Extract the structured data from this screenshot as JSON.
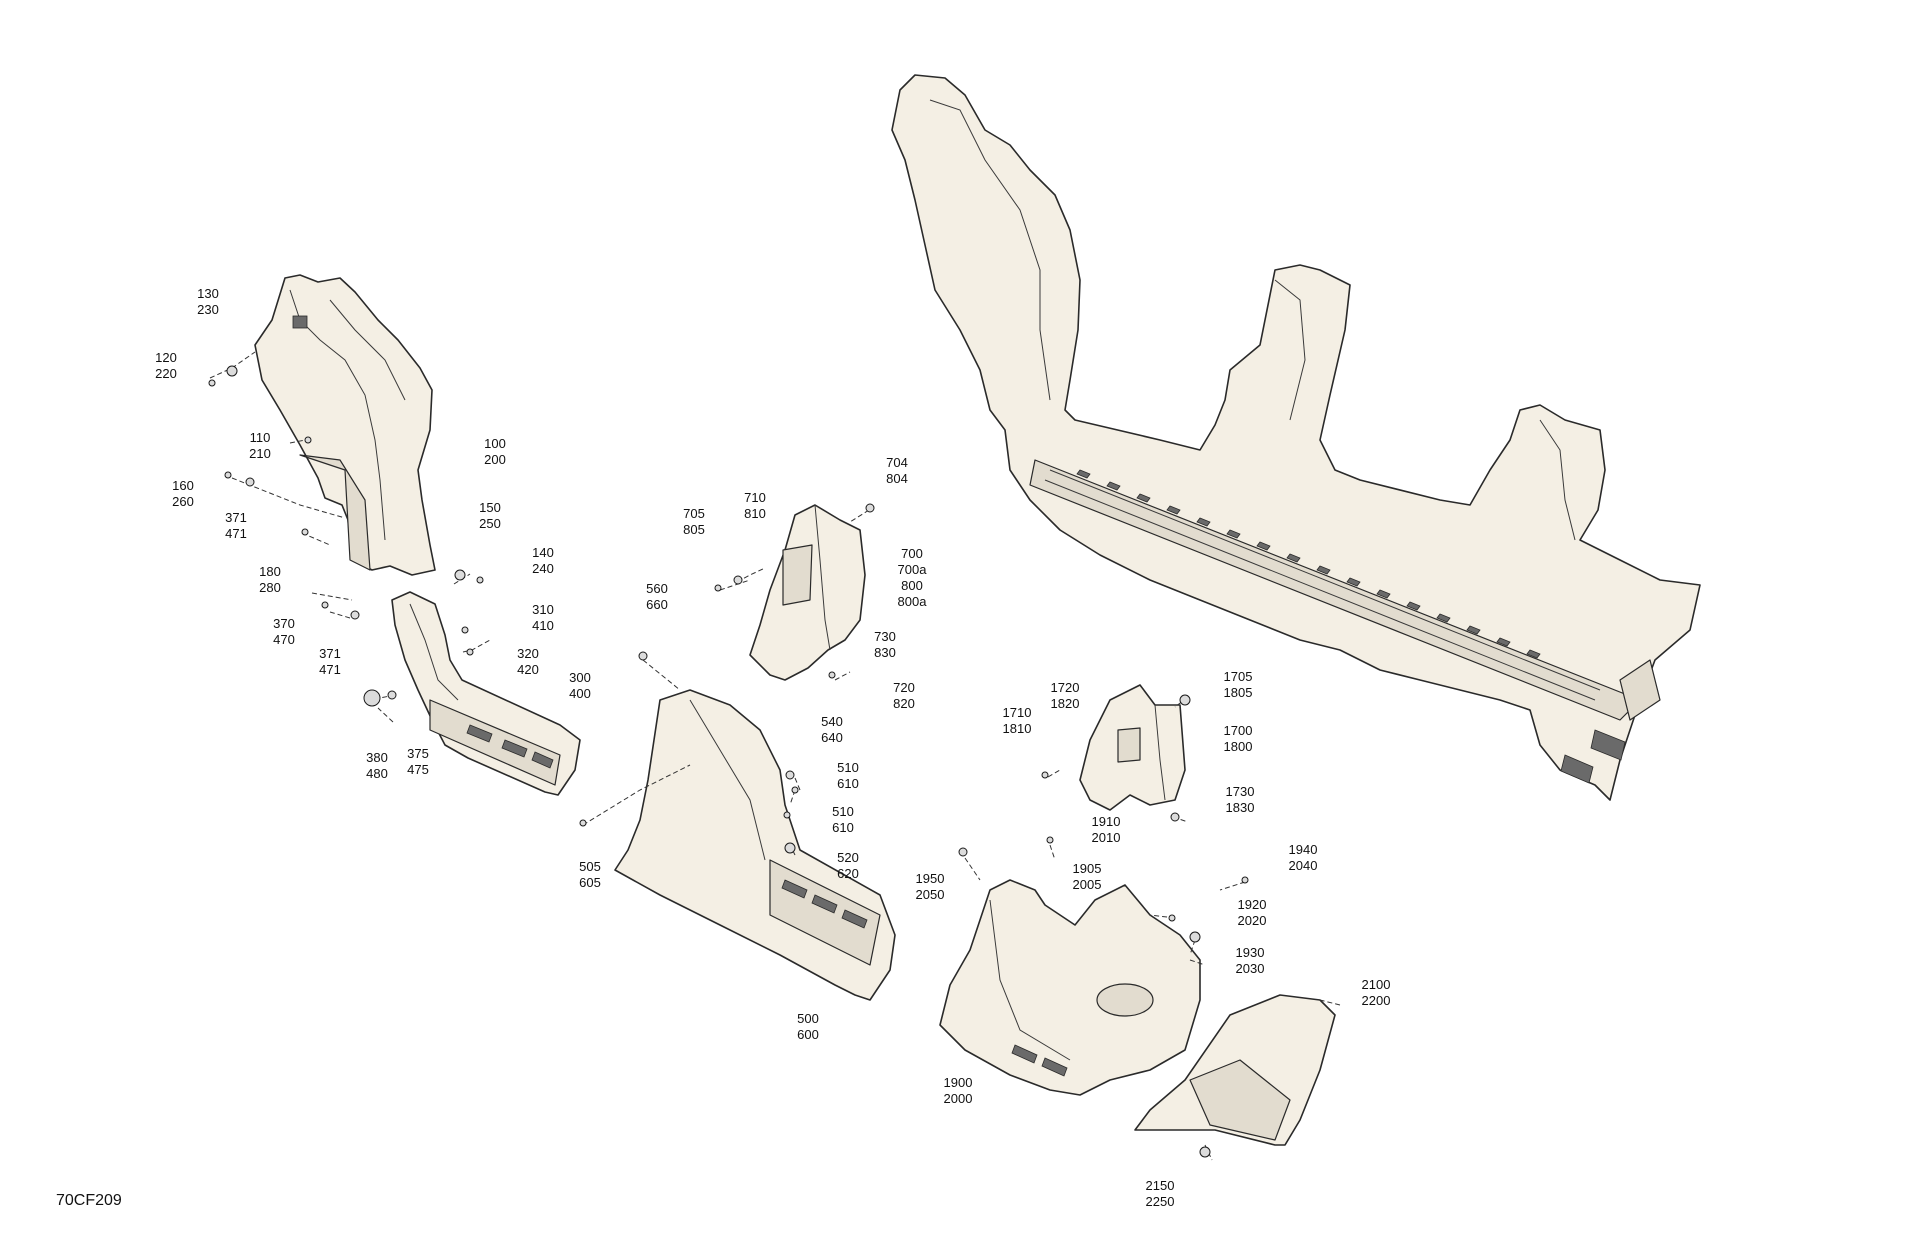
{
  "diagram_code": "70CF209",
  "callouts": [
    {
      "id": "c130",
      "lines": [
        "130",
        "230"
      ]
    },
    {
      "id": "c120",
      "lines": [
        "120",
        "220"
      ]
    },
    {
      "id": "c110",
      "lines": [
        "110",
        "210"
      ]
    },
    {
      "id": "c100",
      "lines": [
        "100",
        "200"
      ]
    },
    {
      "id": "c160",
      "lines": [
        "160",
        "260"
      ]
    },
    {
      "id": "c371a",
      "lines": [
        "371",
        "471"
      ]
    },
    {
      "id": "c150",
      "lines": [
        "150",
        "250"
      ]
    },
    {
      "id": "c140",
      "lines": [
        "140",
        "240"
      ]
    },
    {
      "id": "c180",
      "lines": [
        "180",
        "280"
      ]
    },
    {
      "id": "c310",
      "lines": [
        "310",
        "410"
      ]
    },
    {
      "id": "c370",
      "lines": [
        "370",
        "470"
      ]
    },
    {
      "id": "c371b",
      "lines": [
        "371",
        "471"
      ]
    },
    {
      "id": "c320",
      "lines": [
        "320",
        "420"
      ]
    },
    {
      "id": "c300",
      "lines": [
        "300",
        "400"
      ]
    },
    {
      "id": "c380",
      "lines": [
        "380",
        "480"
      ]
    },
    {
      "id": "c375",
      "lines": [
        "375",
        "475"
      ]
    },
    {
      "id": "c705",
      "lines": [
        "705",
        "805"
      ]
    },
    {
      "id": "c710",
      "lines": [
        "710",
        "810"
      ]
    },
    {
      "id": "c704",
      "lines": [
        "704",
        "804"
      ]
    },
    {
      "id": "c700",
      "lines": [
        "700",
        "700a",
        "800",
        "800a"
      ]
    },
    {
      "id": "c560",
      "lines": [
        "560",
        "660"
      ]
    },
    {
      "id": "c730",
      "lines": [
        "730",
        "830"
      ]
    },
    {
      "id": "c720",
      "lines": [
        "720",
        "820"
      ]
    },
    {
      "id": "c540",
      "lines": [
        "540",
        "640"
      ]
    },
    {
      "id": "c510a",
      "lines": [
        "510",
        "610"
      ]
    },
    {
      "id": "c510b",
      "lines": [
        "510",
        "610"
      ]
    },
    {
      "id": "c520",
      "lines": [
        "520",
        "620"
      ]
    },
    {
      "id": "c505",
      "lines": [
        "505",
        "605"
      ]
    },
    {
      "id": "c500",
      "lines": [
        "500",
        "600"
      ]
    },
    {
      "id": "c1705",
      "lines": [
        "1705",
        "1805"
      ]
    },
    {
      "id": "c1720",
      "lines": [
        "1720",
        "1820"
      ]
    },
    {
      "id": "c1710",
      "lines": [
        "1710",
        "1810"
      ]
    },
    {
      "id": "c1700",
      "lines": [
        "1700",
        "1800"
      ]
    },
    {
      "id": "c1730",
      "lines": [
        "1730",
        "1830"
      ]
    },
    {
      "id": "c1910",
      "lines": [
        "1910",
        "2010"
      ]
    },
    {
      "id": "c1950",
      "lines": [
        "1950",
        "2050"
      ]
    },
    {
      "id": "c1905",
      "lines": [
        "1905",
        "2005"
      ]
    },
    {
      "id": "c1940",
      "lines": [
        "1940",
        "2040"
      ]
    },
    {
      "id": "c1920",
      "lines": [
        "1920",
        "2020"
      ]
    },
    {
      "id": "c1930",
      "lines": [
        "1930",
        "2030"
      ]
    },
    {
      "id": "c2100",
      "lines": [
        "2100",
        "2200"
      ]
    },
    {
      "id": "c1900",
      "lines": [
        "1900",
        "2000"
      ]
    },
    {
      "id": "c2150",
      "lines": [
        "2150",
        "2250"
      ]
    }
  ]
}
